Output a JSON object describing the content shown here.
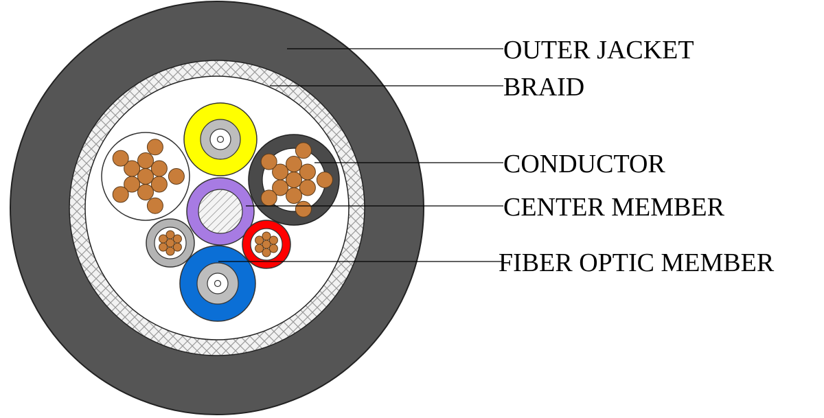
{
  "labels": {
    "outer_jacket": "OUTER JACKET",
    "braid": "BRAID",
    "conductor": "CONDUCTOR",
    "center_member": "CENTER MEMBER",
    "fiber_optic_member": "FIBER OPTIC MEMBER"
  },
  "colors": {
    "outer_jacket": "#555555",
    "braid_background": "#f2f2f2",
    "braid_mesh": "#9a9a9a",
    "filler": "#ffffff",
    "copper_strand": "#c87d3a",
    "fiber_yellow_jacket": "#ffff00",
    "fiber_blue_jacket": "#0b6fd6",
    "fiber_buffer_grey": "#bdbdbd",
    "center_member_purple": "#a77be3",
    "conductor_black_insulation": "#4a4a4a",
    "conductor_white_insulation": "#ffffff",
    "conductor_grey_insulation": "#b4b4b4",
    "conductor_red_insulation": "#ff0000"
  }
}
